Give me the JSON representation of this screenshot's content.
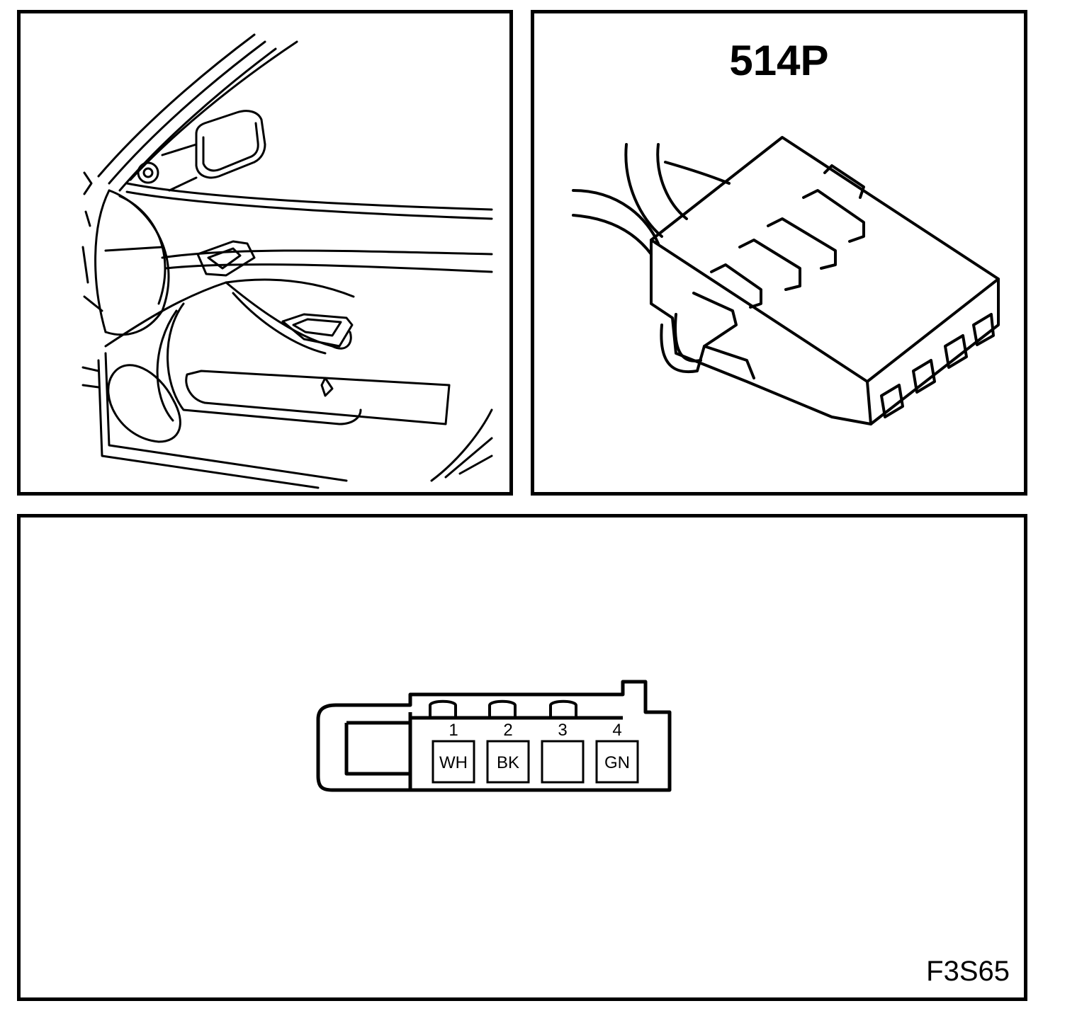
{
  "connector": {
    "title": "514P",
    "pins": [
      {
        "number": "1",
        "wire_color": "WH"
      },
      {
        "number": "2",
        "wire_color": "BK"
      },
      {
        "number": "3",
        "wire_color": ""
      },
      {
        "number": "4",
        "wire_color": "GN"
      }
    ]
  },
  "figure": {
    "code": "F3S65"
  }
}
